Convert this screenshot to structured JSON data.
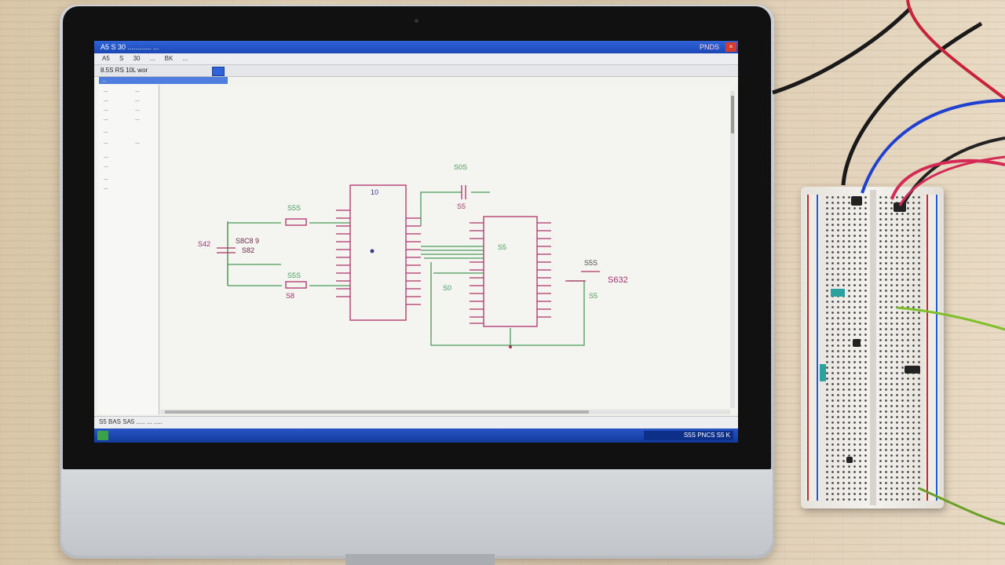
{
  "window": {
    "title": "A5 S 30 ............  ...",
    "brand": "PNDS",
    "close_glyph": "×"
  },
  "menus": [
    "A5",
    "S",
    "30",
    "...",
    "BK",
    "..."
  ],
  "toolbar": {
    "text": "8.5S RS 10L wor"
  },
  "tabstrip": {
    "label": "..."
  },
  "panel": {
    "rows": [
      {
        "label": "...",
        "value": "..."
      },
      {
        "label": "...",
        "value": "..."
      },
      {
        "label": "...",
        "value": "..."
      },
      {
        "label": "...",
        "value": "..."
      },
      {
        "label": "...",
        "value": ""
      },
      {
        "label": "...",
        "value": "..."
      },
      {
        "label": "...",
        "value": ""
      },
      {
        "label": "...",
        "value": ""
      },
      {
        "label": "...",
        "value": ""
      },
      {
        "label": "...",
        "value": ""
      }
    ]
  },
  "schematic": {
    "labels": {
      "c1_ref": "S42",
      "c1_val": "S8C8 9",
      "c1_val2": "S82",
      "r1_ref": "S5S",
      "r2_ref": "S5S",
      "r2_val": "S8",
      "u1_ref": "10",
      "u2_ref": "S5",
      "c2_ref": "S0S",
      "c2_val": "S5",
      "net_mid": "S0",
      "out_ref": "S5S",
      "out_val": "S632",
      "out_val2": "S5"
    },
    "colors": {
      "wire": "#4a9a5a",
      "component": "#b0306a",
      "text": "#a0306a"
    }
  },
  "statusbar": {
    "text": "S5 BAS  SA5  .....  ...  ....."
  },
  "taskbar": {
    "tray": "S5S  PNCS  S5  K"
  },
  "icons": [
    "start-icon",
    "close-icon",
    "toolbar-button-icon"
  ]
}
